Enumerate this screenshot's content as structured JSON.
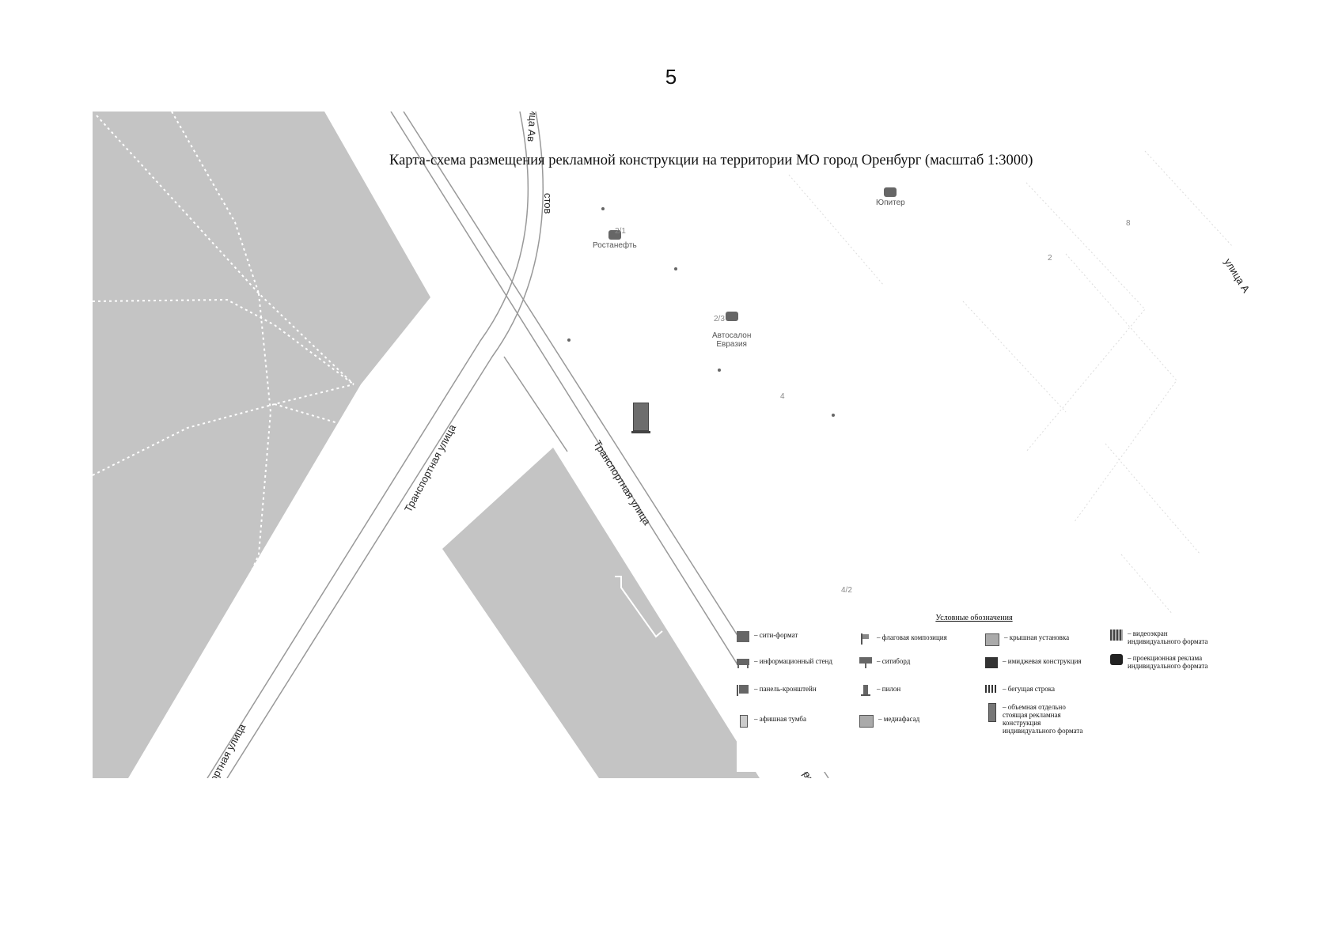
{
  "page": {
    "number": "5"
  },
  "map": {
    "title": "Карта-схема размещения рекламной конструкции на территории МО город Оренбург (масштаб 1:3000)",
    "streets": [
      {
        "id": "transport-left",
        "label": "Транспортная улица"
      },
      {
        "id": "transport-right",
        "label": "Транспортная улица"
      },
      {
        "id": "transport-bottom",
        "label": "ортная улица"
      },
      {
        "id": "avto-top",
        "label": "ица Ав"
      },
      {
        "id": "stov",
        "label": "стов"
      },
      {
        "id": "ulitsa-right",
        "label": "улица А"
      },
      {
        "id": "tra-bottom",
        "label": "Тра"
      }
    ],
    "pois": [
      {
        "id": "rostaneft",
        "label": "Ростанефть",
        "number": "2/1"
      },
      {
        "id": "autosalon",
        "label": "Автосалон\nЕвразия",
        "number": "2/3"
      },
      {
        "id": "yupiter",
        "label": "Юпитер"
      }
    ],
    "building_numbers": [
      "4",
      "8",
      "2",
      "4/2"
    ]
  },
  "legend": {
    "title": "Условные обозначения",
    "items": [
      {
        "id": "city-format",
        "label": "– сити-формат",
        "icon": "city-format-icon"
      },
      {
        "id": "flag",
        "label": "– флаговая композиция",
        "icon": "flag-icon"
      },
      {
        "id": "roof",
        "label": "– крышная установка",
        "icon": "roof-installation-icon"
      },
      {
        "id": "video",
        "label": "– видеоэкран\nиндивидуального формата",
        "icon": "video-screen-icon"
      },
      {
        "id": "info-stand",
        "label": "– информационный стенд",
        "icon": "info-stand-icon"
      },
      {
        "id": "cityboard",
        "label": "– ситиборд",
        "icon": "cityboard-icon"
      },
      {
        "id": "image",
        "label": "– имиджевая конструкция",
        "icon": "image-construction-icon"
      },
      {
        "id": "projection",
        "label": "– проекционная реклама\nиндивидуального формата",
        "icon": "projection-icon"
      },
      {
        "id": "panel",
        "label": "– панель-кронштейн",
        "icon": "panel-bracket-icon"
      },
      {
        "id": "pylon",
        "label": "– пилон",
        "icon": "pylon-icon"
      },
      {
        "id": "ticker",
        "label": "– бегущая строка",
        "icon": "running-line-icon"
      },
      {
        "id": "poster",
        "label": "– афишная тумба",
        "icon": "poster-pillar-icon"
      },
      {
        "id": "mediafacade",
        "label": "– медиафасад",
        "icon": "mediafacade-icon"
      },
      {
        "id": "volumetric",
        "label": "– объемная отдельно\nстоящая рекламная\nконструкция\nиндивидуального формата",
        "icon": "volumetric-icon"
      }
    ]
  }
}
